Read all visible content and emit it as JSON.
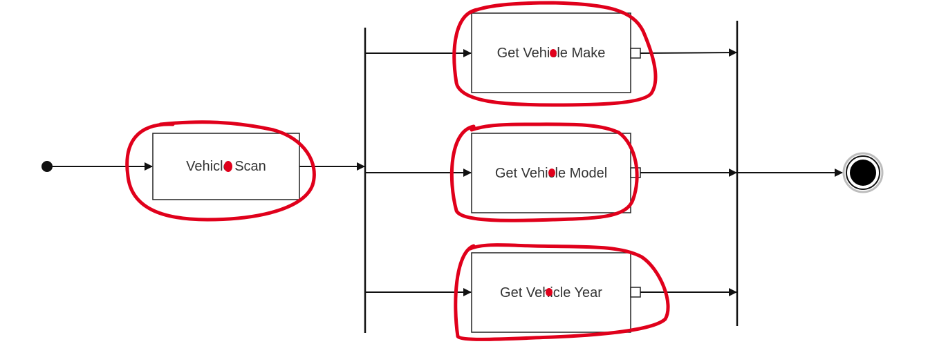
{
  "diagram": {
    "type": "activity",
    "actions": {
      "vehicle_scan": "Vehicle Scan",
      "get_make": "Get Vehicle Make",
      "get_model": "Get Vehicle Model",
      "get_year": "Get Vehicle Year"
    },
    "colors": {
      "line": "#111111",
      "box_border": "#222222",
      "annotation": "#e0001b"
    },
    "icons": {
      "start": "initial-node",
      "end": "final-node"
    }
  }
}
